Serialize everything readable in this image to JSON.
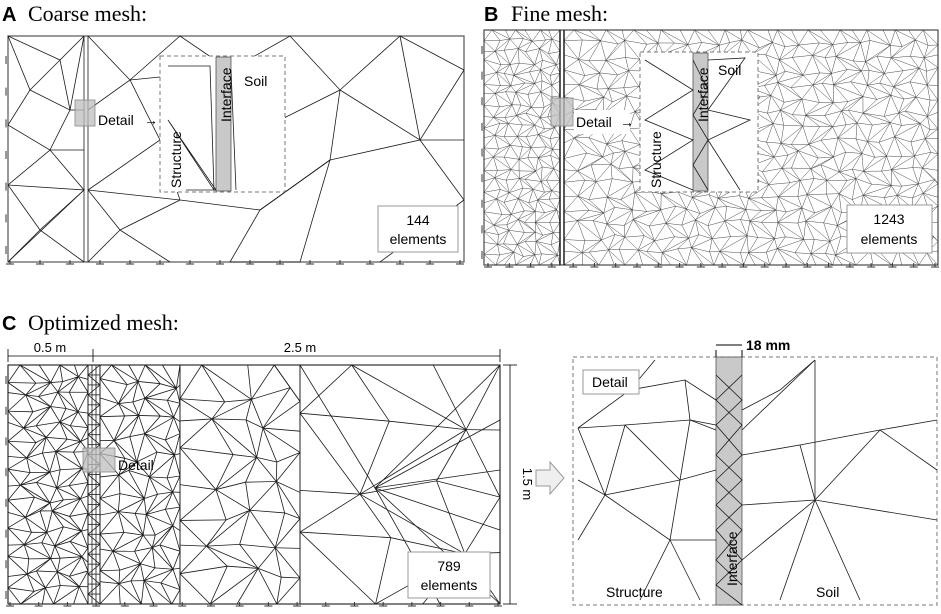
{
  "panels": {
    "A": {
      "letter": "A",
      "title": "Coarse mesh:",
      "count": "144",
      "unit": "elements",
      "detail": "Detail",
      "arrow": "→",
      "inset": {
        "interface": "Interface",
        "soil": "Soil",
        "structure": "Structure"
      }
    },
    "B": {
      "letter": "B",
      "title": "Fine mesh:",
      "count": "1243",
      "unit": "elements",
      "detail": "Detail",
      "arrow": "→",
      "inset": {
        "interface": "Interface",
        "soil": "Soil",
        "structure": "Structure"
      }
    },
    "C": {
      "letter": "C",
      "title": "Optimized mesh:",
      "count": "789",
      "unit": "elements",
      "detail": "Detail",
      "dims": {
        "left_width": "0.5 m",
        "right_width": "2.5 m",
        "height": "1.5 m"
      }
    }
  },
  "detail_view": {
    "label": "Detail",
    "thickness": "18 mm",
    "interface": "Interface",
    "structure": "Structure",
    "soil": "Soil"
  },
  "colors": {
    "interface_fill": "#c9c9c9",
    "detail_patch": "#bdbdbd",
    "mesh_line": "#1a1a1a"
  }
}
